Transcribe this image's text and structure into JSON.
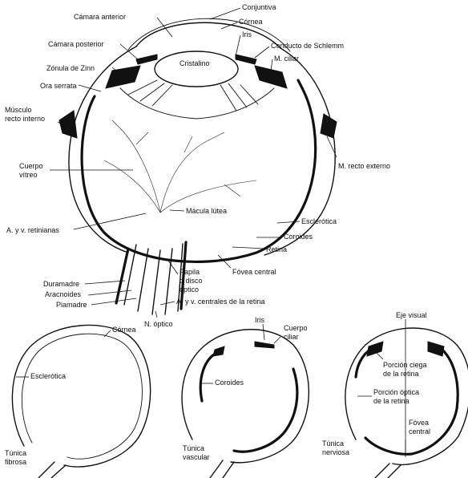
{
  "main_eye": {
    "conjuntiva": "Conjuntiva",
    "camara_anterior": "Cámara anterior",
    "cornea": "Córnea",
    "iris": "Iris",
    "camara_posterior": "Cámara posterior",
    "conducto_schlemm": "Conducto de Schlemm",
    "m_ciliar": "M. ciliar",
    "zonula_zinn": "Zónula de Zinn",
    "cristalino": "Cristalino",
    "ora_serrata": "Ora serrata",
    "musculo_recto_interno": [
      "Músculo",
      "recto interno"
    ],
    "cuerpo_vitreo": [
      "Cuerpo",
      "vítreo"
    ],
    "m_recto_externo": "M. recto externo",
    "macula_lutea": "Mácula lútea",
    "esclerotica": "Esclerótica",
    "arterias_retinianas": "A. y v. retinianas",
    "coroides": "Coroides",
    "retina": "Retina",
    "fovea_central": "Fóvea central",
    "duramadre": "Duramadre",
    "papila": [
      "Papila",
      "o disco",
      "óptico"
    ],
    "aracnoides": "Aracnoides",
    "piamadre": "Piamadre",
    "arterias_centrales": "A. y v. centrales de la retina",
    "n_optico": "N. óptico"
  },
  "tunica_fibrosa": {
    "cornea": "Córnea",
    "esclerotica": "Esclerótica",
    "title": [
      "Túnica",
      "fibrosa"
    ]
  },
  "tunica_vascular": {
    "iris": "Iris",
    "cuerpo_ciliar": [
      "Cuerpo",
      "ciliar"
    ],
    "coroides": "Coroides",
    "title": [
      "Túnica",
      "vascular"
    ]
  },
  "tunica_nerviosa": {
    "eje_visual": "Eje visual",
    "porcion_ciega": [
      "Porción ciega",
      "de la retina"
    ],
    "porcion_optica": [
      "Porción óptica",
      "de la retina"
    ],
    "fovea_central": [
      "Fóvea",
      "central"
    ],
    "title": [
      "Túnica",
      "nerviosa"
    ]
  }
}
